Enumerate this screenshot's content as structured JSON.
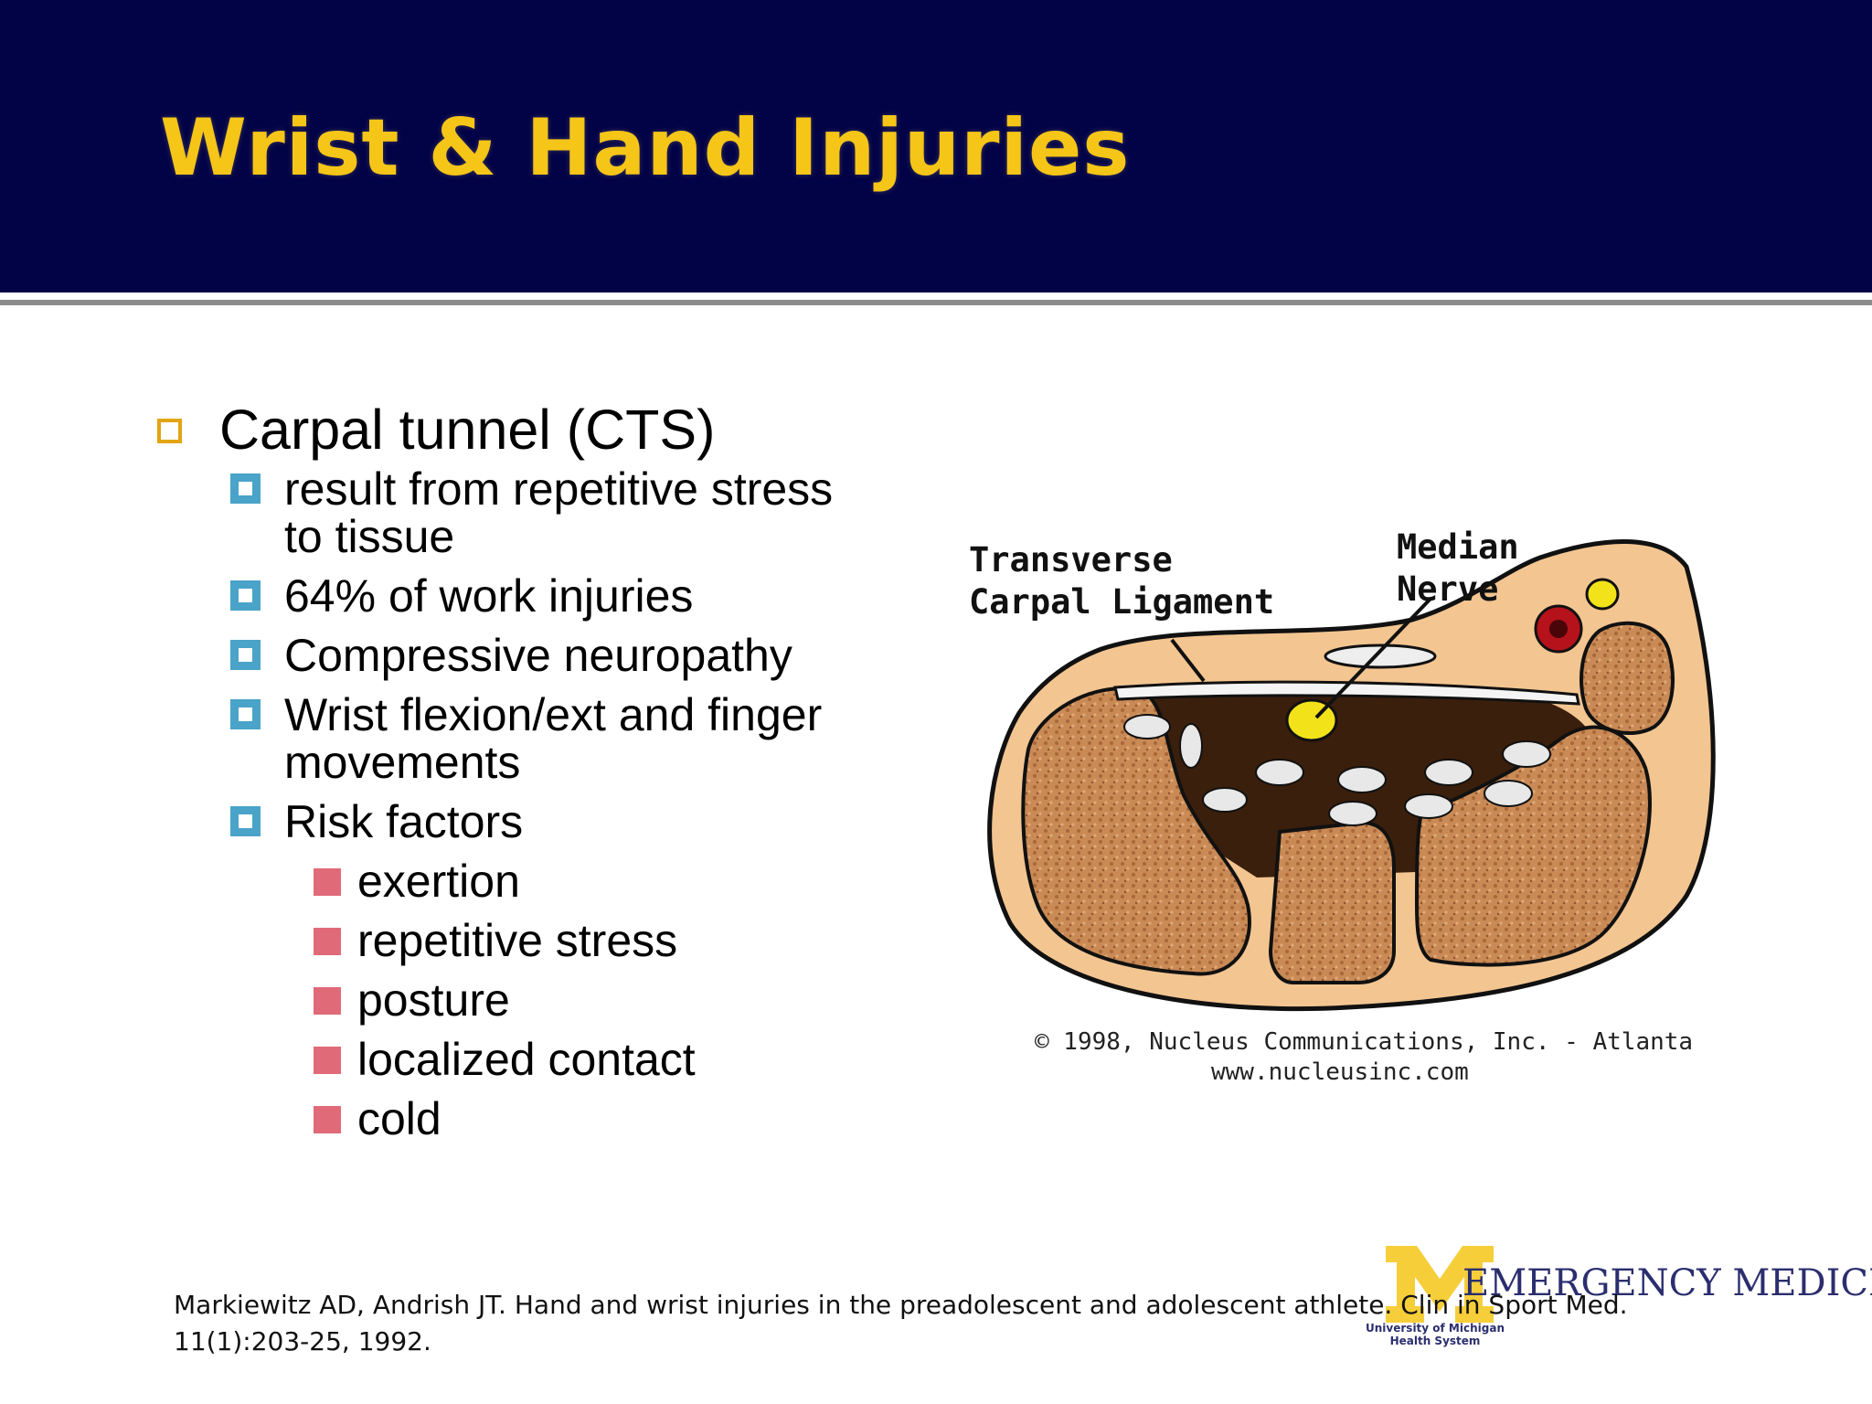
{
  "slide": {
    "title": "Wrist & Hand Injuries",
    "main_bullet": "Carpal tunnel (CTS)",
    "sub_bullets": [
      {
        "line1": "result from repetitive stress",
        "line2": "to tissue"
      },
      {
        "line1": "64% of work injuries"
      },
      {
        "line1": "Compressive neuropathy"
      },
      {
        "line1": "Wrist flexion/ext and finger",
        "line2": "movements"
      },
      {
        "line1": "Risk factors"
      }
    ],
    "risk_factors": [
      "exertion",
      "repetitive stress",
      "posture",
      "localized contact",
      "cold"
    ]
  },
  "figure": {
    "label_ligament_1": "Transverse",
    "label_ligament_2": "Carpal Ligament",
    "label_nerve_1": "Median",
    "label_nerve_2": "Nerve",
    "credit_line1": "© 1998, Nucleus Communications, Inc. - Atlanta",
    "credit_line2": "www.nucleusinc.com"
  },
  "footer": {
    "citation": "Markiewitz AD, Andrish JT. Hand and wrist injuries in the preadolescent and adolescent athlete. Clin in Sport Med. 11(1):203-25, 1992.",
    "logo_text": "EMERGENCY MEDICINE",
    "logo_sub_1": "University of Michigan",
    "logo_sub_2": "Health System"
  },
  "colors": {
    "header_bg": "#020247",
    "title": "#f5c518",
    "level1_bullet": "#e2a413",
    "level2_bullet": "#4aa3c8",
    "level3_bullet": "#e06a78"
  }
}
